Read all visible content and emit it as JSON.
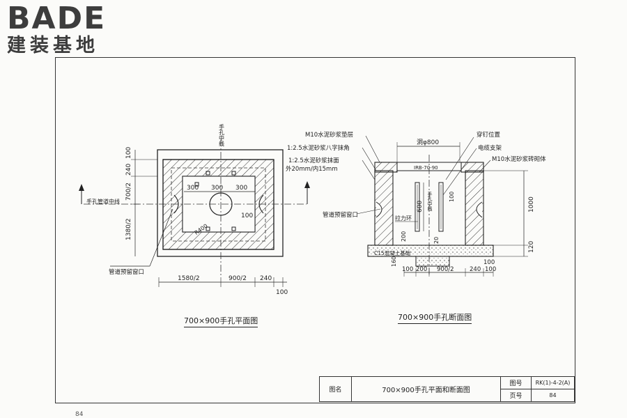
{
  "logo": {
    "main": "BADE",
    "sub": "建装基地"
  },
  "plan": {
    "caption": "700×900手孔平面图",
    "centerline_label": "手孔中线",
    "pipe_centerline_label": "手孔管道中线",
    "window_label": "管道预留窗口",
    "radius_label": "R400",
    "left_dims": [
      "100",
      "240",
      "700/2",
      "1380/2"
    ],
    "top_inner_dims": [
      "300",
      "300",
      "300"
    ],
    "right_label": "100",
    "bottom_dims": [
      "1580/2",
      "900/2",
      "240",
      "100"
    ]
  },
  "section": {
    "caption": "700×900手孔断面图",
    "labels": {
      "cushion": "M10水泥砂浆垫层",
      "octagon": "1:2.5水泥砂浆八字抹角",
      "plaster": "1:2.5水泥砂浆抹面",
      "plaster_thk": "外20mm/内15mm",
      "window": "管道预留窗口",
      "nail": "穿钉位置",
      "bracket": "电缆支架",
      "brick": "M10水泥砂浆砖砌体",
      "hole": "洞φ800",
      "cover": "IRB-70-90",
      "center": "手孔中线",
      "pull_ring": "拉力环",
      "base": "C15混凝土基础"
    },
    "dims": {
      "d600": "600",
      "d1000": "1000",
      "d120": "120",
      "d100a": "100",
      "d200": "200",
      "d20": "20",
      "d160": "160",
      "bottom": [
        "100",
        "200",
        "900/2",
        "240",
        "100"
      ],
      "d100b": "100"
    }
  },
  "titleblock": {
    "label_name": "图名",
    "title": "700×900手孔平面和断面图",
    "label_no": "图号",
    "drawing_no": "RK(1)-4-2(A)",
    "label_page": "页号",
    "page": "84"
  },
  "bottom_mark": "84"
}
